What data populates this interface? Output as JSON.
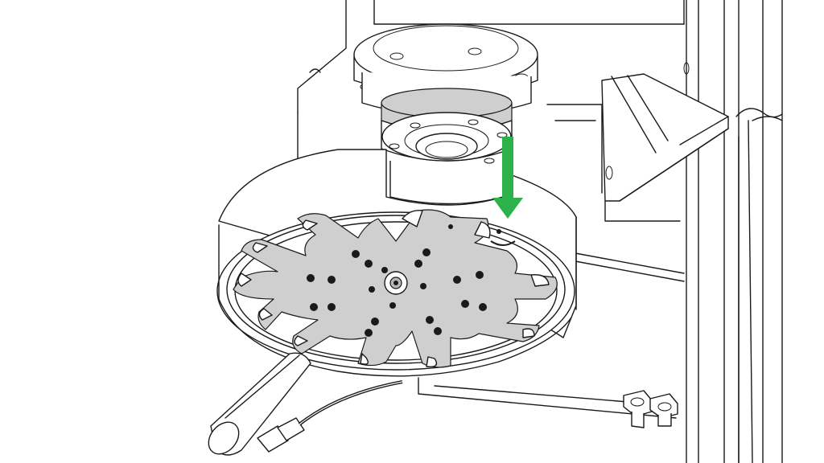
{
  "diagram": {
    "components": [
      {
        "name": "mounting-flange"
      },
      {
        "name": "spindle-collar"
      },
      {
        "name": "tool-changer-carousel"
      },
      {
        "name": "rotary-plate"
      },
      {
        "name": "vertical-column"
      },
      {
        "name": "pneumatic-cylinder"
      },
      {
        "name": "air-hose"
      },
      {
        "name": "hose-fittings"
      }
    ],
    "indicator": {
      "type": "arrow",
      "direction": "down",
      "color": "#2db14a"
    },
    "colors": {
      "line": "#1a1a1a",
      "part_fill": "#cfcfcf",
      "background": "#ffffff"
    }
  }
}
